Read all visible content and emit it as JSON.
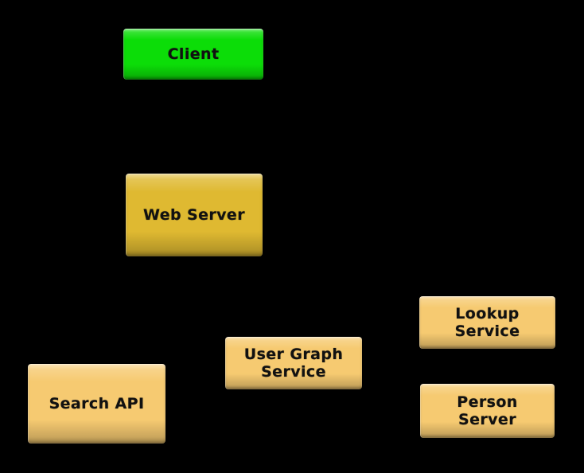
{
  "colors": {
    "background": "#000000",
    "client_fill": "#0cdd08",
    "web_server_fill": "#dfb931",
    "service_fill": "#f6ca71",
    "label_text": "#111111"
  },
  "nodes": {
    "client": {
      "label": "Client"
    },
    "web_server": {
      "label": "Web Server"
    },
    "search_api": {
      "label": "Search API"
    },
    "user_graph_service": {
      "line1": "User Graph",
      "line2": "Service"
    },
    "lookup_service": {
      "line1": "Lookup",
      "line2": "Service"
    },
    "person_server": {
      "line1": "Person",
      "line2": "Server"
    }
  }
}
